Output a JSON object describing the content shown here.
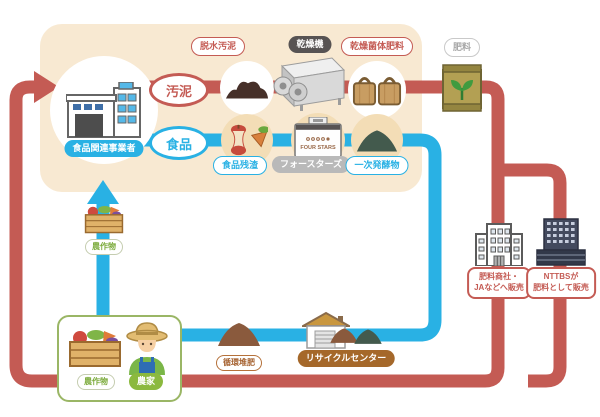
{
  "colors": {
    "flow_red": "#c45b54",
    "flow_blue": "#29b1e4",
    "panel_beige": "#f8e9d2",
    "pill_dark": "#575353",
    "pill_brown": "#a5682a",
    "pill_green": "#8bb93e"
  },
  "panel": {
    "business_label": "食品関連事業者"
  },
  "flows": {
    "sludge_badge": "汚泥",
    "food_badge": "食品"
  },
  "sludge_row": {
    "dewatered_sludge": "脱水汚泥",
    "dryer": "乾燥機",
    "dried_fertilizer": "乾燥菌体肥料",
    "fertilizer": "肥料"
  },
  "food_row": {
    "food_residue": "食品残渣",
    "four_stars": "フォースターズ",
    "machine_text": "FOUR STARS",
    "primary_ferment": "一次発酵物"
  },
  "sales": {
    "trader": {
      "line1": "肥料商社・",
      "line2": "JAなどへ販売"
    },
    "nttbs": {
      "line1": "NTTBSが",
      "line2": "肥料として販売"
    }
  },
  "recycle": {
    "compost": "循環堆肥",
    "center": "リサイクルセンター"
  },
  "farm": {
    "crops_shipment": "農作物",
    "crops": "農作物",
    "farmer": "農家"
  },
  "icons": [
    "factory-building-icon",
    "sludge-pile-icon",
    "dryer-machine-icon",
    "fertilizer-bags-icon",
    "fertilizer-sack-icon",
    "food-scraps-icon",
    "four-stars-machine-icon",
    "ferment-mound-icon",
    "compost-mound-icon",
    "recycle-center-icon",
    "office-building-icon",
    "nttbs-building-icon",
    "vegetable-crate-icon",
    "farmer-icon",
    "up-arrow-icon",
    "right-arrow-icon"
  ]
}
